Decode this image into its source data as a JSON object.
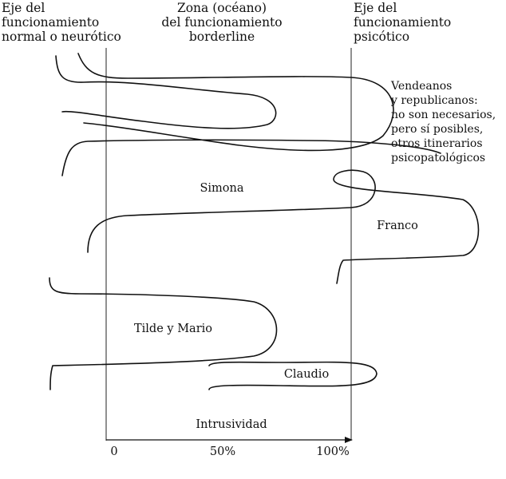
{
  "headers": {
    "left": [
      "Eje del",
      "funcionamiento",
      "normal o neurótico"
    ],
    "middle": [
      "Zona (océano)",
      "del funcionamiento",
      "borderline"
    ],
    "right": [
      "Eje del",
      "funcionamiento",
      "psicótico"
    ]
  },
  "note": [
    "Vendeanos",
    "y republicanos:",
    "no son necesarios,",
    "pero sí posibles,",
    "otros itinerarios",
    "psicopatológicos"
  ],
  "cases": {
    "simona": "Simona",
    "franco": "Franco",
    "tilde_mario": "Tilde y Mario",
    "claudio": "Claudio"
  },
  "axis": {
    "label": "Intrusividad",
    "ticks": [
      "0",
      "50%",
      "100%"
    ]
  },
  "colors": {
    "ink": "#111111",
    "background": "#ffffff"
  }
}
